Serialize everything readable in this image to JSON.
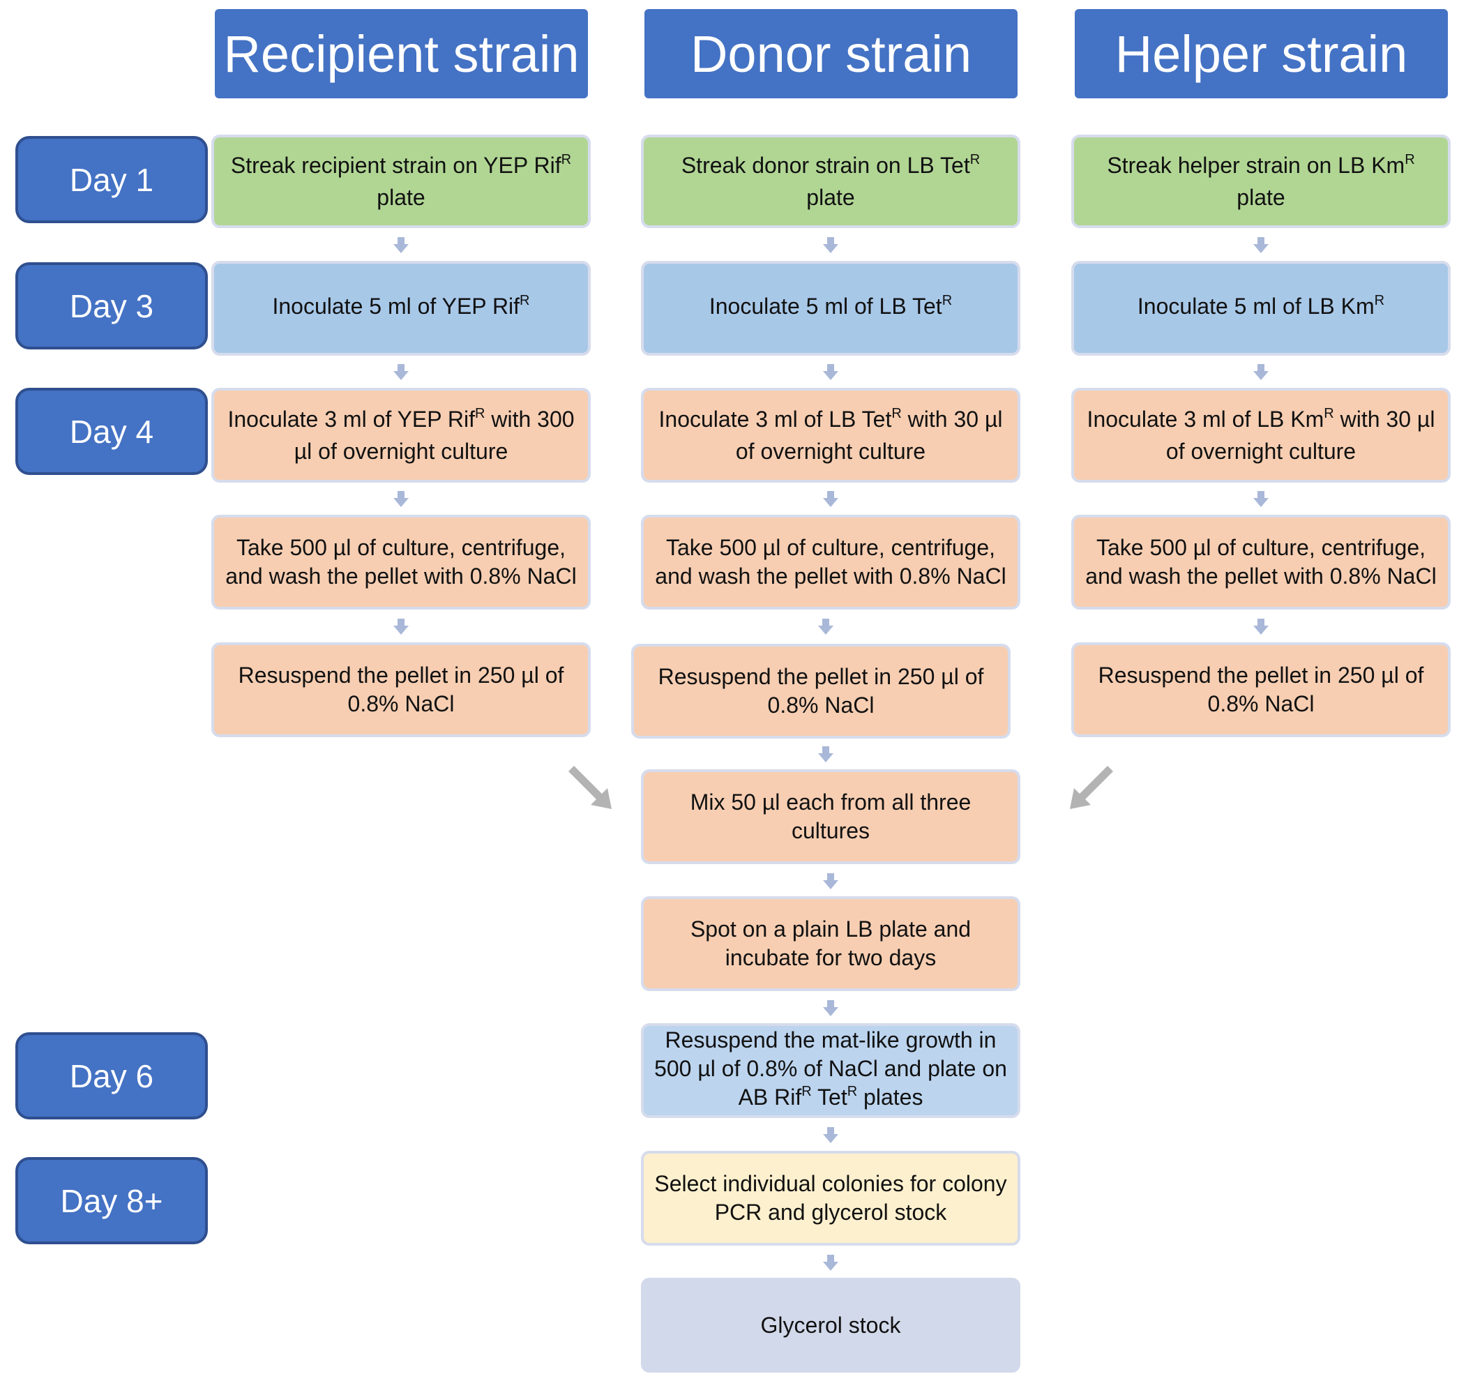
{
  "headers": {
    "recipient": "Recipient strain",
    "donor": "Donor strain",
    "helper": "Helper strain"
  },
  "days": [
    "Day 1",
    "Day 3",
    "Day 4",
    "Day 6",
    "Day 8+"
  ],
  "recipient": {
    "streak": "Streak recipient strain on YEP Rif",
    "streak_sup": "R",
    "streak_end": "plate",
    "inoculate5": "Inoculate 5 ml of YEP Rif",
    "inoculate5_sup": "R",
    "inoculate3": "Inoculate 3 ml of YEP Rif",
    "inoculate3_sup": "R",
    "inoculate3_end": "with 300 µl of overnight culture",
    "take": "Take 500 µl of culture, centrifuge, and wash the pellet with 0.8% NaCl",
    "resuspend": "Resuspend the pellet in 250 µl  of 0.8% NaCl"
  },
  "donor": {
    "streak": "Streak donor strain on LB Tet",
    "streak_sup": "R",
    "streak_end": "plate",
    "inoculate5": "Inoculate 5 ml of LB Tet",
    "inoculate5_sup": "R",
    "inoculate3": "Inoculate 3 ml of LB Tet",
    "inoculate3_sup": "R",
    "inoculate3_end": "with 30 µl of overnight culture",
    "take": "Take 500 µl of culture, centrifuge, and wash the pellet with 0.8% NaCl",
    "resuspend": "Resuspend the pellet in 250 µl of 0.8% NaCl"
  },
  "helper": {
    "streak": "Streak helper strain on LB Km",
    "streak_sup": "R",
    "streak_end": "plate",
    "inoculate5": "Inoculate 5 ml of LB Km",
    "inoculate5_sup": "R",
    "inoculate3": "Inoculate 3 ml of LB Km",
    "inoculate3_sup": "R",
    "inoculate3_end": "with 30 µl of overnight culture",
    "take": "Take 500 µl of culture, centrifuge, and wash the pellet with 0.8% NaCl",
    "resuspend": "Resuspend the pellet in 250 µl of 0.8% NaCl"
  },
  "shared": {
    "mix": "Mix 50 µl each from all three cultures",
    "spot": "Spot on a plain LB plate and incubate for two days",
    "resuspend_mat_a": "Resuspend the mat-like growth in 500 µl of 0.8% of NaCl and plate on AB Rif",
    "resuspend_mat_sup1": "R",
    "resuspend_mat_b": "Tet",
    "resuspend_mat_sup2": "R",
    "resuspend_mat_c": "plates",
    "select": "Select individual colonies for colony PCR and glycerol stock",
    "glycerol": "Glycerol stock"
  },
  "colors": {
    "header_blue": "#4472c4",
    "day_border": "#2f4f8f",
    "green": "#b1d694",
    "blue": "#a8c8e8",
    "peach": "#f7ceb2",
    "light_blue": "#bcd4ee",
    "yellow": "#fdf0ce",
    "lavender": "#d2d9ea",
    "small_arrow": "#a9b8d8",
    "merge_arrow": "#b3b3b3"
  }
}
